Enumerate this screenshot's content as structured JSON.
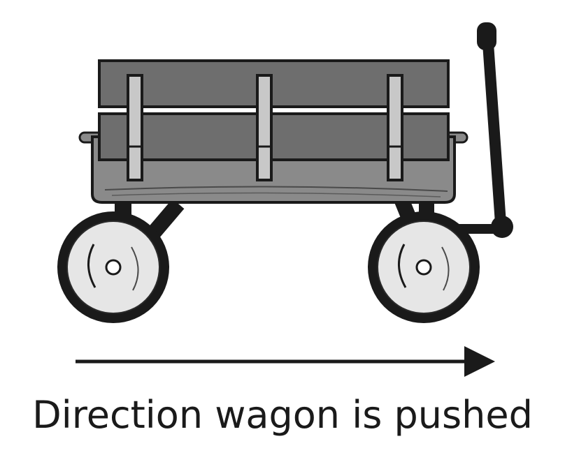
{
  "caption": "Direction wagon is pushed",
  "icons": {
    "wagon": "wagon-illustration",
    "arrow": "direction-arrow"
  },
  "colors": {
    "outline": "#1a1a1a",
    "panel": "#6e6e6e",
    "panel_light": "#7c7c7c",
    "bed": "#8a8a8a",
    "brace": "#c8c8c8",
    "hub": "#e6e6e6",
    "tire": "#1a1a1a"
  }
}
